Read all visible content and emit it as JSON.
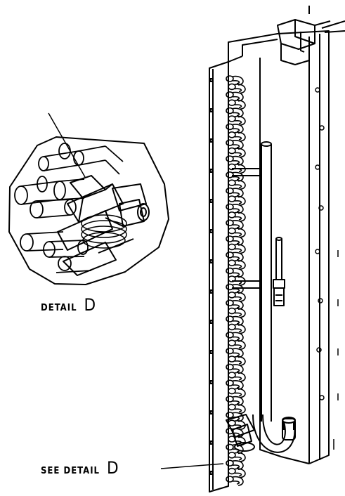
{
  "labels": {
    "detail_word": "DETAIL",
    "detail_letter": "D",
    "see_detail_word": "SEE DETAIL",
    "see_detail_letter": "D"
  },
  "colors": {
    "line": "#000000",
    "background": "#ffffff"
  }
}
